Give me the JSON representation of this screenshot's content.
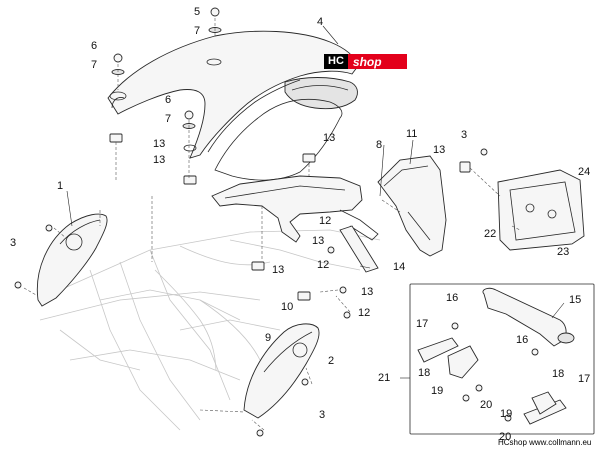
{
  "logo": {
    "hc": "HC",
    "shop": "shop"
  },
  "footer": {
    "text": "HCshop www.collmann.eu"
  },
  "callouts": [
    {
      "id": "c5",
      "label": "5"
    },
    {
      "id": "c7a",
      "label": "7"
    },
    {
      "id": "c4",
      "label": "4"
    },
    {
      "id": "c6a",
      "label": "6"
    },
    {
      "id": "c7b",
      "label": "7"
    },
    {
      "id": "c6b",
      "label": "6"
    },
    {
      "id": "c7c",
      "label": "7"
    },
    {
      "id": "c13a",
      "label": "13"
    },
    {
      "id": "c13b",
      "label": "13"
    },
    {
      "id": "c13c",
      "label": "13"
    },
    {
      "id": "c11",
      "label": "11"
    },
    {
      "id": "c3a",
      "label": "3"
    },
    {
      "id": "c8",
      "label": "8"
    },
    {
      "id": "c13d",
      "label": "13"
    },
    {
      "id": "c24",
      "label": "24"
    },
    {
      "id": "c1",
      "label": "1"
    },
    {
      "id": "c3b",
      "label": "3"
    },
    {
      "id": "c12a",
      "label": "12"
    },
    {
      "id": "c13e",
      "label": "13"
    },
    {
      "id": "c22",
      "label": "22"
    },
    {
      "id": "c23",
      "label": "23"
    },
    {
      "id": "c14",
      "label": "14"
    },
    {
      "id": "c13f",
      "label": "13"
    },
    {
      "id": "c12b",
      "label": "12"
    },
    {
      "id": "c10",
      "label": "10"
    },
    {
      "id": "c13g",
      "label": "13"
    },
    {
      "id": "c12c",
      "label": "12"
    },
    {
      "id": "c16a",
      "label": "16"
    },
    {
      "id": "c15",
      "label": "15"
    },
    {
      "id": "c17a",
      "label": "17"
    },
    {
      "id": "c9",
      "label": "9"
    },
    {
      "id": "c2",
      "label": "2"
    },
    {
      "id": "c16b",
      "label": "16"
    },
    {
      "id": "c21",
      "label": "21"
    },
    {
      "id": "c18a",
      "label": "18"
    },
    {
      "id": "c18b",
      "label": "18"
    },
    {
      "id": "c17b",
      "label": "17"
    },
    {
      "id": "c19a",
      "label": "19"
    },
    {
      "id": "c20a",
      "label": "20"
    },
    {
      "id": "c3c",
      "label": "3"
    },
    {
      "id": "c19b",
      "label": "19"
    },
    {
      "id": "c20b",
      "label": "20"
    }
  ]
}
